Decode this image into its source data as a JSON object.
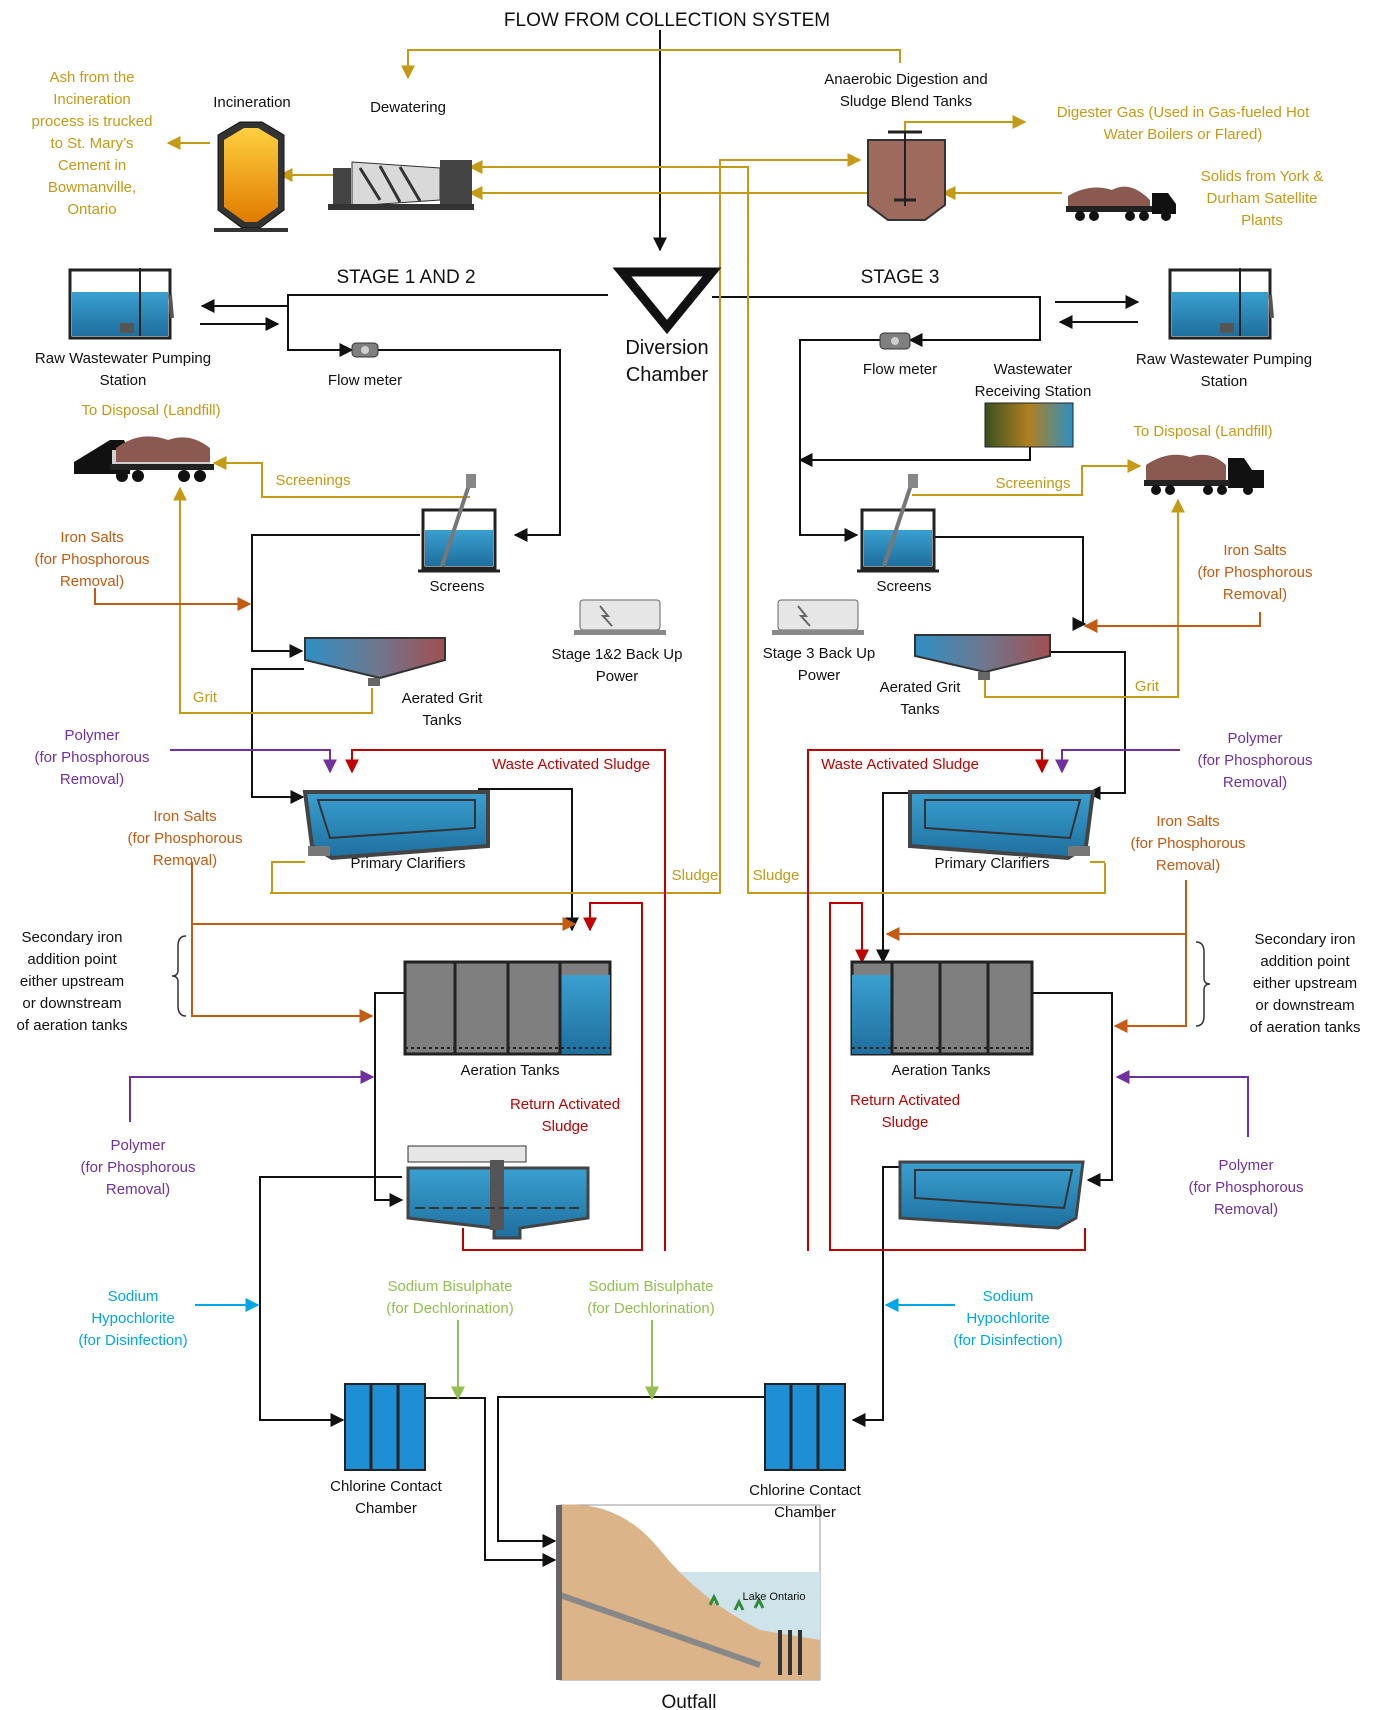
{
  "colors": {
    "black": "#111111",
    "gold": "#c49a16",
    "orange": "#c55a11",
    "purple": "#7030a0",
    "red": "#c00000",
    "cyan": "#00a7e6",
    "green": "#92c050",
    "tank_water": "#2e8fc4",
    "sludge_brown": "#8a5a50",
    "ground": "#dcb48a"
  },
  "header": {
    "title": "FLOW FROM COLLECTION SYSTEM"
  },
  "top": {
    "ash_note": [
      "Ash from the",
      "Incineration",
      "process is trucked",
      "to St. Mary’s",
      "Cement in",
      "Bowmanville,",
      "Ontario"
    ],
    "incineration": "Incineration",
    "dewatering": "Dewatering",
    "digestion": [
      "Anaerobic Digestion and",
      "Sludge Blend Tanks"
    ],
    "digester_gas": [
      "Digester Gas (Used in Gas-fueled Hot",
      "Water Boilers or Flared)"
    ],
    "york_solids": [
      "Solids from York &",
      "Durham Satellite",
      "Plants"
    ]
  },
  "center": {
    "diversion": [
      "Diversion",
      "Chamber"
    ],
    "backup_12": [
      "Stage 1&2 Back Up",
      "Power"
    ],
    "backup_3": [
      "Stage 3 Back Up",
      "Power"
    ],
    "sludge_left": "Sludge",
    "sludge_right": "Sludge"
  },
  "left": {
    "stage_title": "STAGE 1 AND 2",
    "raw_pumping": [
      "Raw Wastewater Pumping",
      "Station"
    ],
    "flow_meter": "Flow meter",
    "disposal": "To Disposal (Landfill)",
    "screenings": "Screenings",
    "screens": "Screens",
    "iron_salts_1": [
      "Iron Salts",
      "(for Phosphorous",
      "Removal)"
    ],
    "grit": "Grit",
    "grit_tanks": [
      "Aerated Grit",
      "Tanks"
    ],
    "polymer_1": [
      "Polymer",
      "(for Phosphorous",
      "Removal)"
    ],
    "was": "Waste Activated Sludge",
    "primary": "Primary Clarifiers",
    "iron_salts_2": [
      "Iron Salts",
      "(for Phosphorous",
      "Removal)"
    ],
    "secondary_iron": [
      "Secondary iron",
      "addition point",
      "either upstream",
      "or downstream",
      "of aeration tanks"
    ],
    "aeration": "Aeration Tanks",
    "ras": [
      "Return Activated",
      "Sludge"
    ],
    "polymer_2": [
      "Polymer",
      "(for Phosphorous",
      "Removal)"
    ],
    "hypochlorite": [
      "Sodium",
      "Hypochlorite",
      "(for Disinfection)"
    ],
    "bisulphate": [
      "Sodium Bisulphate",
      "(for Dechlorination)"
    ],
    "contact": [
      "Chlorine Contact",
      "Chamber"
    ]
  },
  "right": {
    "stage_title": "STAGE 3",
    "raw_pumping": [
      "Raw Wastewater Pumping",
      "Station"
    ],
    "flow_meter": "Flow meter",
    "receiving": [
      "Wastewater",
      "Receiving Station"
    ],
    "disposal": "To Disposal (Landfill)",
    "screenings": "Screenings",
    "screens": "Screens",
    "iron_salts_1": [
      "Iron Salts",
      "(for Phosphorous",
      "Removal)"
    ],
    "grit": "Grit",
    "grit_tanks": [
      "Aerated Grit",
      "Tanks"
    ],
    "polymer_1": [
      "Polymer",
      "(for Phosphorous",
      "Removal)"
    ],
    "was": "Waste Activated Sludge",
    "primary": "Primary Clarifiers",
    "iron_salts_2": [
      "Iron Salts",
      "(for Phosphorous",
      "Removal)"
    ],
    "secondary_iron": [
      "Secondary iron",
      "addition point",
      "either upstream",
      "or downstream",
      "of aeration tanks"
    ],
    "aeration": "Aeration Tanks",
    "ras": [
      "Return Activated",
      "Sludge"
    ],
    "polymer_2": [
      "Polymer",
      "(for Phosphorous",
      "Removal)"
    ],
    "hypochlorite": [
      "Sodium",
      "Hypochlorite",
      "(for Disinfection)"
    ],
    "bisulphate": [
      "Sodium Bisulphate",
      "(for Dechlorination)"
    ],
    "contact": [
      "Chlorine Contact",
      "Chamber"
    ]
  },
  "bottom": {
    "lake": "Lake Ontario",
    "outfall": "Outfall"
  }
}
